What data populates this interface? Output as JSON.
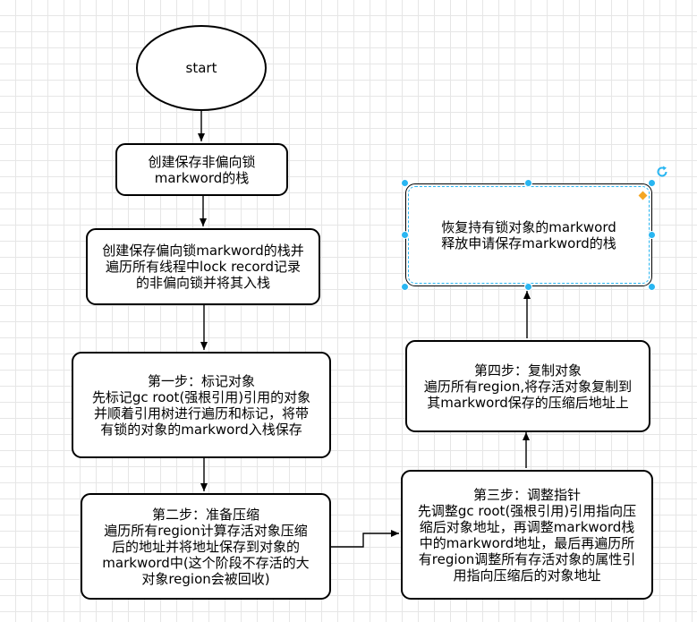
{
  "nodes": {
    "start": {
      "label": "start"
    },
    "step_a": {
      "lines": [
        "创建保存非偏向锁",
        "markword的栈"
      ]
    },
    "step_b": {
      "lines": [
        "创建保存偏向锁markword的栈并",
        "遍历所有线程中lock record记录",
        "的非偏向锁并将其入栈"
      ]
    },
    "step_1": {
      "lines": [
        "第一步：标记对象",
        "先标记gc root(强根引用)引用的对象",
        "并顺着引用树进行遍历和标记，将带",
        "有锁的对象的markword入栈保存"
      ]
    },
    "step_2": {
      "lines": [
        "第二步：准备压缩",
        "遍历所有region计算存活对象压缩",
        "后的地址并将地址保存到对象的",
        "markword中(这个阶段不存活的大",
        "对象region会被回收)"
      ]
    },
    "step_3": {
      "lines": [
        "第三步：调整指针",
        "先调整gc root(强根引用)引用指向压",
        "缩后对象地址，再调整markword栈",
        "中的markword地址，最后再遍历所",
        "有region调整所有存活对象的属性引",
        "用指向压缩后的对象地址"
      ]
    },
    "step_4": {
      "lines": [
        "第四步：复制对象",
        "遍历所有region,将存活对象复制到",
        "其markword保存的压缩后地址上"
      ]
    },
    "restore": {
      "lines": [
        "恢复持有锁对象的markword",
        "释放申请保存markword的栈"
      ]
    }
  },
  "colors": {
    "stroke": "#000000",
    "selection": "#29b6f2",
    "accent": "#f5a623",
    "grid": "#e6e6e6"
  },
  "icons": {
    "rotate": "rotate-icon"
  }
}
